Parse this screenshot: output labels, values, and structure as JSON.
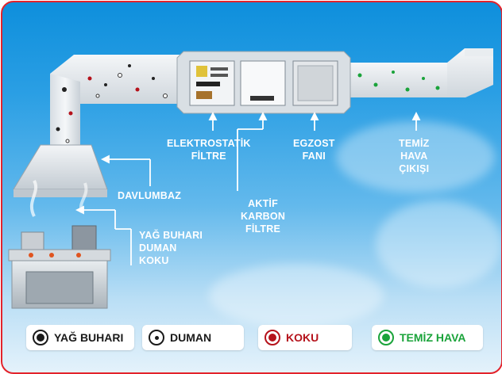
{
  "labels": {
    "hood": "DAVLUMBAZ",
    "esp_line1": "ELEKTROSTATİK",
    "esp_line2": "FİLTRE",
    "carbon_line1": "AKTİF",
    "carbon_line2": "KARBON",
    "carbon_line3": "FİLTRE",
    "fan_line1": "EGZOST",
    "fan_line2": "FANI",
    "clean_line1": "TEMİZ",
    "clean_line2": "HAVA",
    "clean_line3": "ÇIKIŞI",
    "source_line1": "YAĞ BUHARI",
    "source_line2": "DUMAN",
    "source_line3": "KOKU"
  },
  "legend": [
    {
      "label": "YAĞ BUHARI",
      "color": "#1a1a1a",
      "dot_color": "#1a1a1a"
    },
    {
      "label": "DUMAN",
      "color": "#1a1a1a",
      "dot_color": "#ffffff"
    },
    {
      "label": "KOKU",
      "color": "#b5121b",
      "dot_color": "#b5121b"
    },
    {
      "label": "TEMİZ HAVA",
      "color": "#1aa33a",
      "dot_color": "#1aa33a"
    }
  ],
  "colors": {
    "frame_border": "#e3232b",
    "sky_top": "#0e8fdc",
    "arrow": "#ffffff"
  }
}
